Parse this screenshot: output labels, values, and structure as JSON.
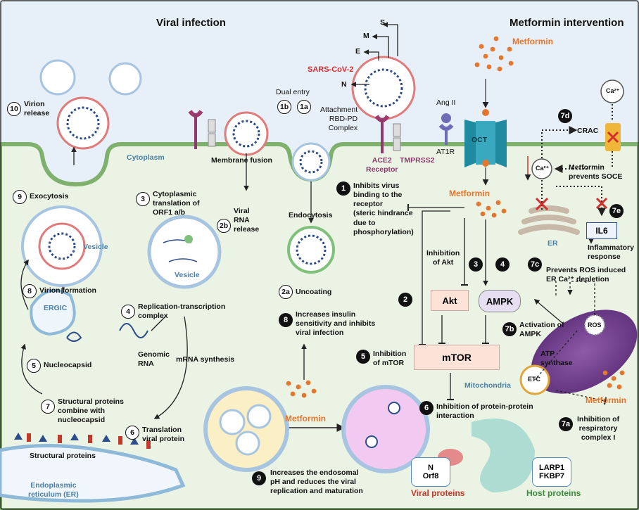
{
  "titles": {
    "left": "Viral infection",
    "right": "Metformin intervention"
  },
  "compartments": {
    "cytoplasm": "Cytoplasm",
    "vesicle_a": "Vesicle",
    "vesicle_b": "Vesicle",
    "ergic": "ERGIC",
    "er_label": "ER",
    "mitochondria": "Mitochondria",
    "er": "Endoplasmic\nreticulum (ER)"
  },
  "virus": {
    "name": "SARS-CoV-2",
    "s": "S",
    "m": "M",
    "e": "E",
    "n": "N",
    "dual_entry": "Dual entry",
    "attachment": "Attachment\nRBD-PD\nComplex"
  },
  "receptors": {
    "ace2": "ACE2\nReceptor",
    "tmprss2": "TMPRSS2",
    "ang2": "Ang II",
    "at1r": "AT1R",
    "oct": "OCT"
  },
  "drug": {
    "metformin": "Metformin"
  },
  "steps_left": {
    "s10": {
      "num": "10",
      "label": "Virion\nrelease"
    },
    "s1b": {
      "num": "1b",
      "label": "Membrane fusion"
    },
    "s1a": {
      "num": "1a"
    },
    "s2b": {
      "num": "2b",
      "label": "Viral\nRNA\nrelease"
    },
    "s2a": {
      "num": "2a",
      "label": "Uncoating"
    },
    "endocytosis": "Endocytosis",
    "s3": {
      "num": "3",
      "label": "Cytoplasmic\ntranslation of\nORF1 a/b"
    },
    "s4": {
      "num": "4",
      "label": "Replication-transcription\ncomplex"
    },
    "s5": {
      "num": "5",
      "label": "Nucleocapsid"
    },
    "genomic": "Genomic\nRNA",
    "mrna": "mRNA synthesis",
    "s6": {
      "num": "6",
      "label": "Translation\nviral protein"
    },
    "s7": {
      "num": "7",
      "label": "Structural proteins\ncombine with\nnucleocapsid"
    },
    "structural": "Structural proteins",
    "s8": {
      "num": "8",
      "label": "Virion formation"
    },
    "s9": {
      "num": "9",
      "label": "Exocytosis"
    }
  },
  "steps_right": {
    "r1": {
      "num": "1",
      "label": "Inhibits virus\nbinding to the\nreceptor\n(steric hindrance\ndue to\nphosphorylation)"
    },
    "r2": {
      "num": "2"
    },
    "r3": {
      "num": "3",
      "label": "Inhibition\nof Akt"
    },
    "r4": {
      "num": "4"
    },
    "r5": {
      "num": "5",
      "label": "Inhibition\nof mTOR"
    },
    "r6": {
      "num": "6",
      "label": "Inhibition of protein-protein\ninteraction"
    },
    "r7a": {
      "num": "7a",
      "label": "Inhibition of\nrespiratory\ncomplex I"
    },
    "r7b": {
      "num": "7b",
      "label": "Activation of\nAMPK"
    },
    "r7c": {
      "num": "7c",
      "label": "Prevents ROS induced\nER Ca²⁺ depletion"
    },
    "r7d": {
      "num": "7d",
      "label": "CRAC"
    },
    "r7e": {
      "num": "7e",
      "label": "Inflammatory\nresponse"
    },
    "r8": {
      "num": "8",
      "label": "Increases insulin\nsensitivity and inhibits\nviral infection"
    },
    "r9": {
      "num": "9",
      "label": "Increases the endosomal\npH and reduces the viral\nreplication and maturation"
    },
    "soce": "Metformin\nprevents SOCE",
    "ca": "Ca²⁺",
    "ros": "ROS",
    "atp": "ATP\nsynthase",
    "etc": "ETC"
  },
  "boxes": {
    "akt": "Akt",
    "ampk": "AMPK",
    "mtor": "mTOR",
    "il6": "IL6"
  },
  "proteins": {
    "viral": "N\nOrf8",
    "viral_label": "Viral proteins",
    "host": "LARP1\nFKBP7",
    "host_label": "Host proteins"
  }
}
